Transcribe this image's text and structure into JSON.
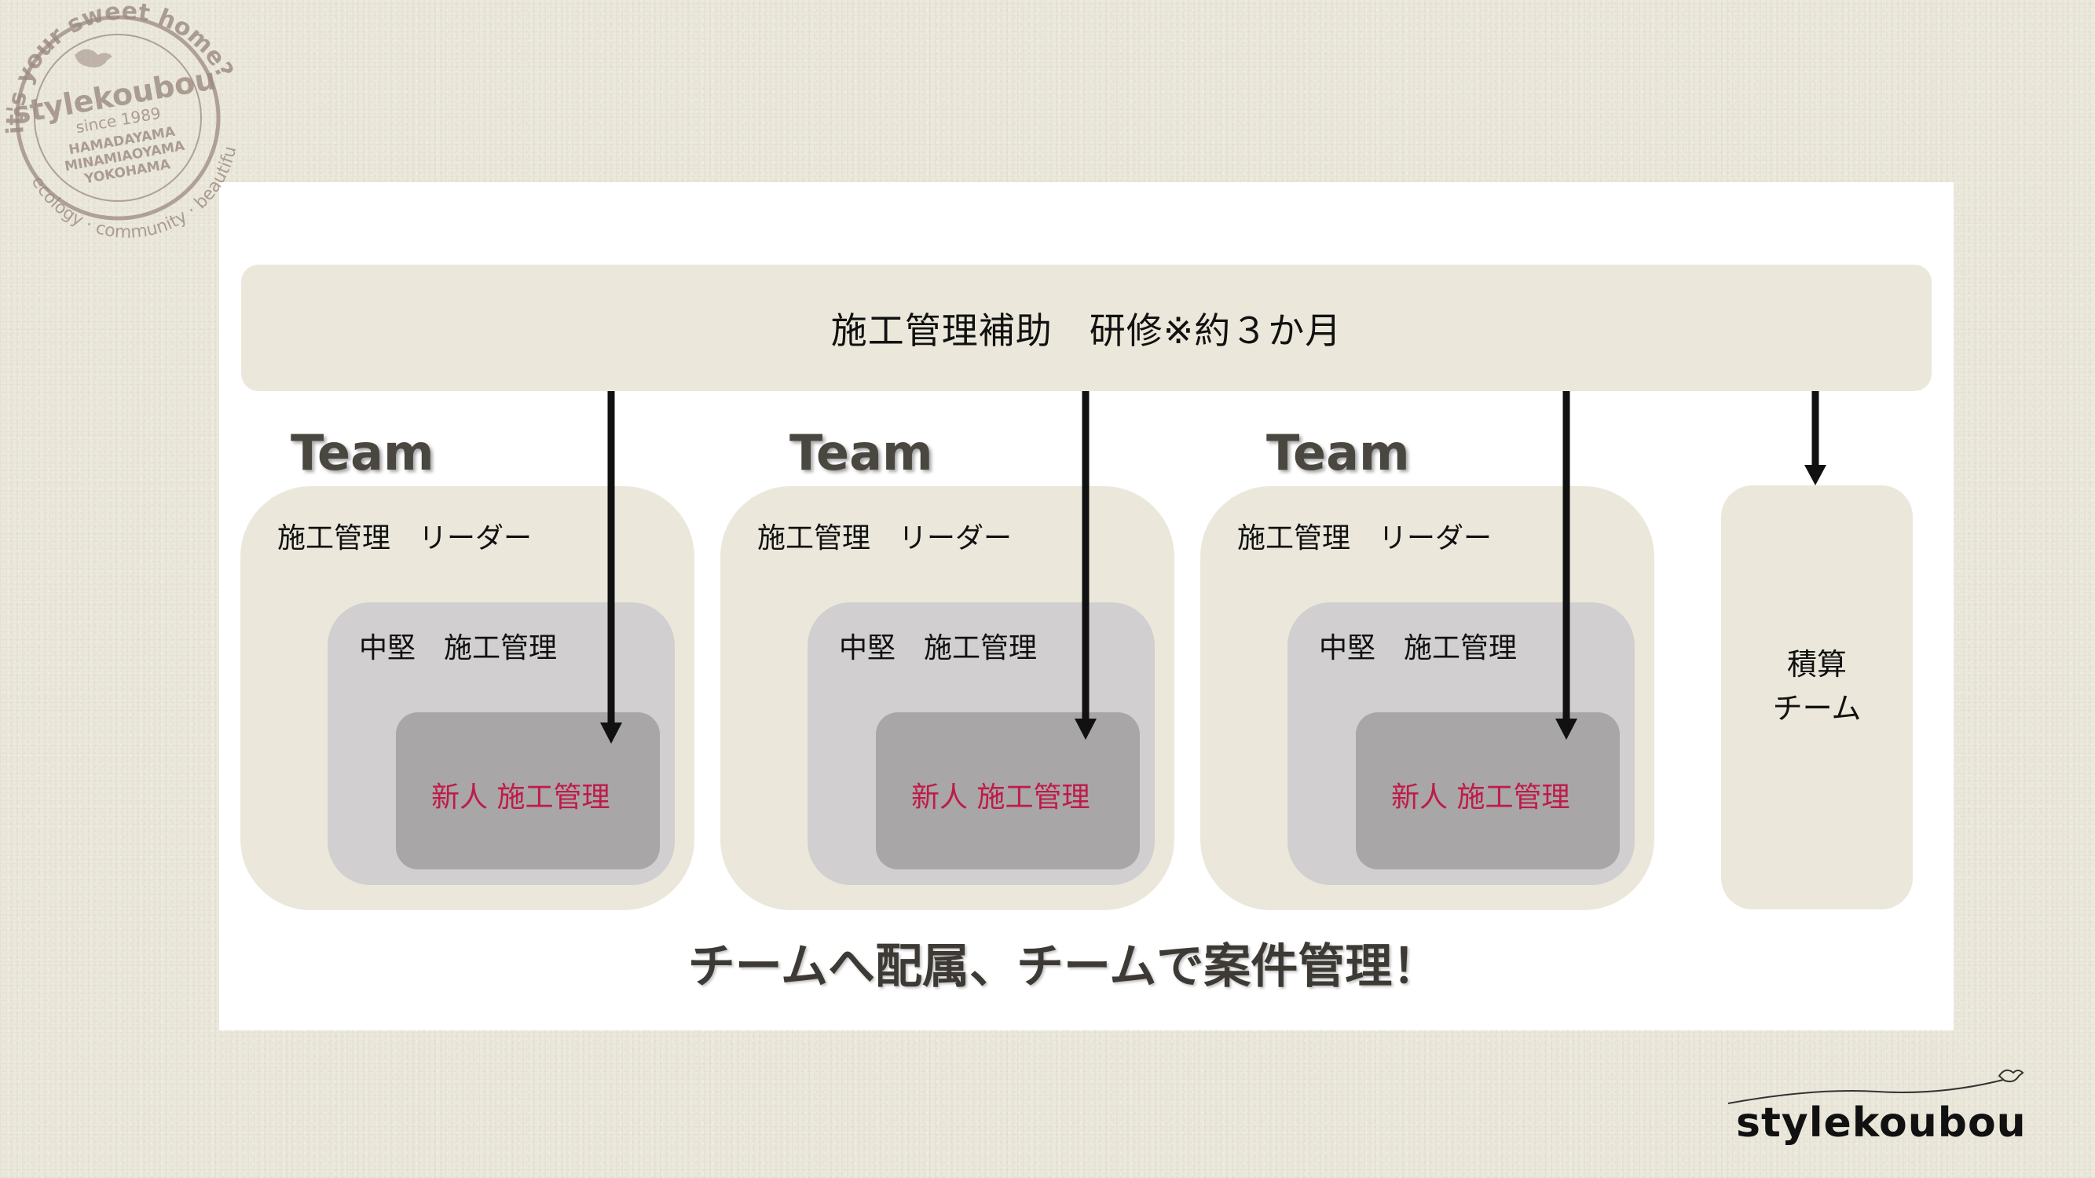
{
  "banner": {
    "text": "施工管理補助　研修※約３か月"
  },
  "teams": [
    {
      "title": "Team",
      "leader": "施工管理　リーダー",
      "mid": "中堅　施工管理",
      "newcomer": "新人  施工管理"
    },
    {
      "title": "Team",
      "leader": "施工管理　リーダー",
      "mid": "中堅　施工管理",
      "newcomer": "新人  施工管理"
    },
    {
      "title": "Team",
      "leader": "施工管理　リーダー",
      "mid": "中堅　施工管理",
      "newcomer": "新人  施工管理"
    }
  ],
  "estimation": {
    "line1": "積算",
    "line2": "チーム"
  },
  "caption": "チームへ配属、チームで案件管理！",
  "stamp": {
    "arc_top": "it's your sweet home?",
    "brand": "stylekoubou",
    "since": "since 1989",
    "line1": "HAMADAYAMA",
    "line2": "MINAMIAOYAMA",
    "line3": "YOKOHAMA",
    "arc_bottom": "ecology · community · beautiful life ★"
  },
  "logo": {
    "text": "stylekoubou"
  },
  "colors": {
    "panel": "#ffffff",
    "box_light": "#ebe8db",
    "box_mid": "#d1cfcf",
    "box_dark": "#a8a6a6",
    "newcomer_text": "#c01a4a",
    "caption_text": "#3d3a35"
  }
}
